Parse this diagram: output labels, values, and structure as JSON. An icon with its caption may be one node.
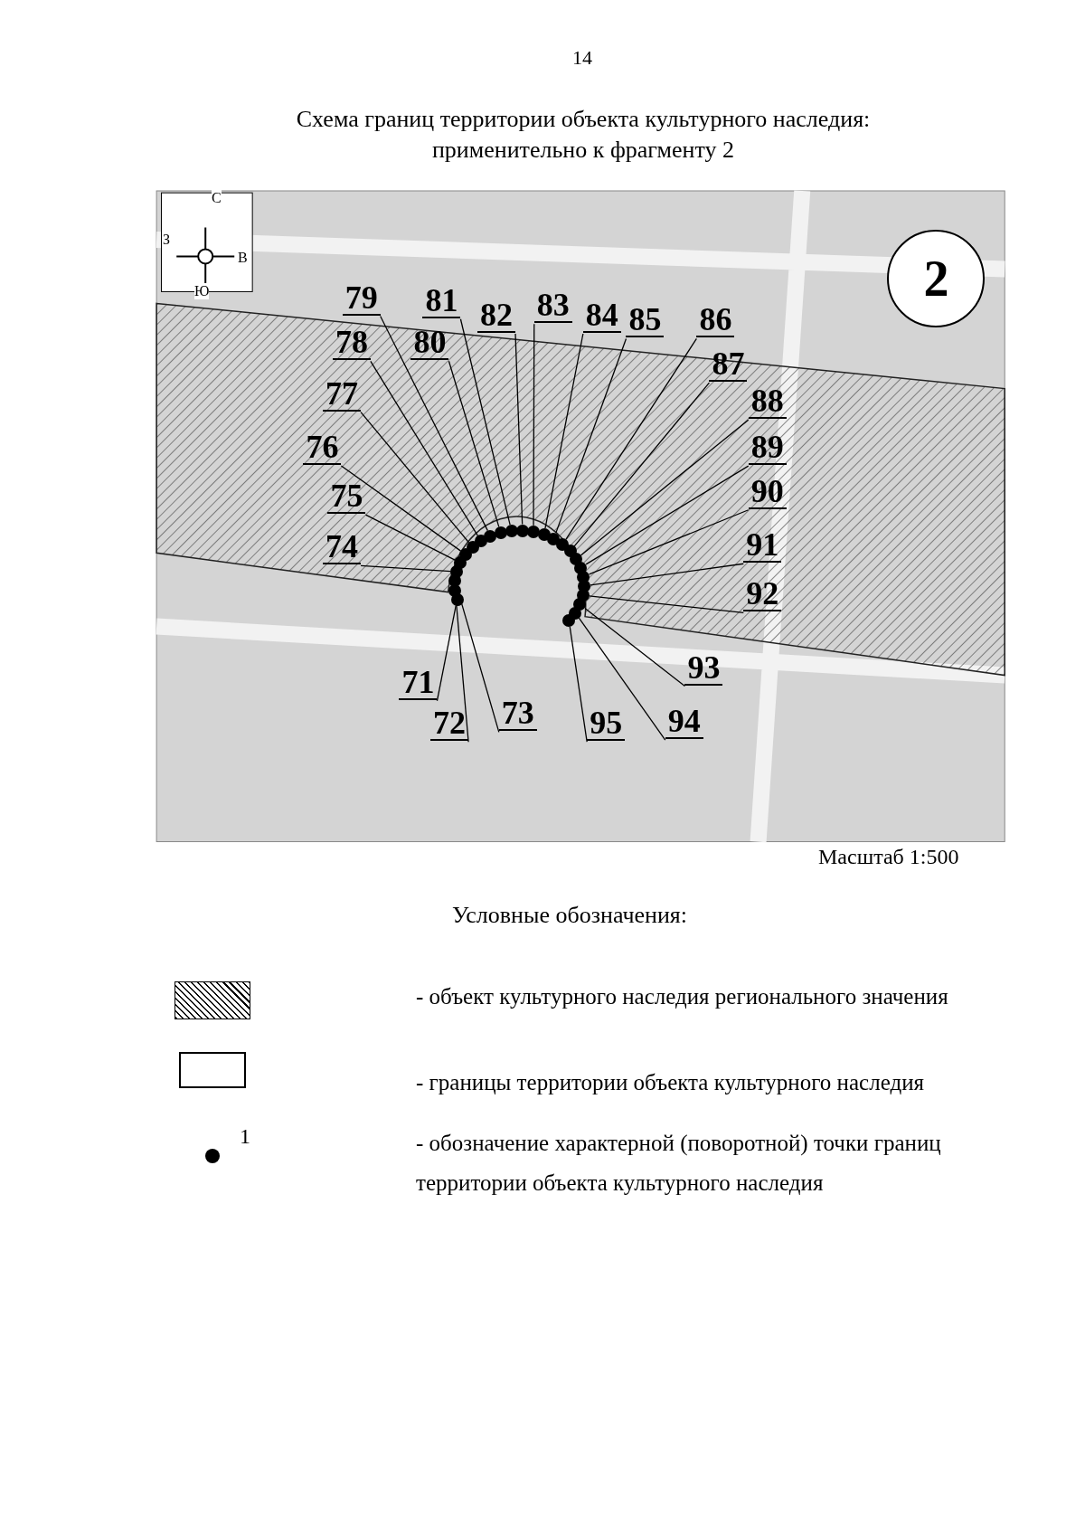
{
  "diagram": {
    "title": "Схема границ территории объекта культурного наследия: применительно к фрагменту 2",
    "nodes": [
      {
        "text": [
          "2"
        ]
      },
      {
        "text": [
          "71"
        ]
      },
      {
        "text": [
          "72"
        ]
      },
      {
        "text": [
          "73"
        ]
      },
      {
        "text": [
          "74"
        ]
      },
      {
        "text": [
          "75"
        ]
      },
      {
        "text": [
          "76"
        ]
      },
      {
        "text": [
          "77"
        ]
      },
      {
        "text": [
          "78"
        ]
      },
      {
        "text": [
          "79"
        ]
      },
      {
        "text": [
          "80"
        ]
      },
      {
        "text": [
          "81"
        ]
      },
      {
        "text": [
          "82"
        ]
      },
      {
        "text": [
          "83"
        ]
      },
      {
        "text": [
          "84"
        ]
      },
      {
        "text": [
          "85"
        ]
      },
      {
        "text": [
          "86"
        ]
      },
      {
        "text": [
          "87"
        ]
      },
      {
        "text": [
          "88"
        ]
      },
      {
        "text": [
          "89"
        ]
      },
      {
        "text": [
          "90"
        ]
      },
      {
        "text": [
          "91"
        ]
      },
      {
        "text": [
          "92"
        ]
      },
      {
        "text": [
          "93"
        ]
      },
      {
        "text": [
          "94"
        ]
      },
      {
        "text": [
          "95"
        ]
      },
      {
        "text": [],
        "shape": "circle"
      },
      {
        "text": [],
        "shape": "circle"
      },
      {
        "text": [],
        "shape": "circle"
      },
      {
        "text": [],
        "shape": "circle"
      },
      {
        "text": [],
        "shape": "circle"
      },
      {
        "text": [],
        "shape": "circle"
      },
      {
        "text": [],
        "shape": "circle"
      },
      {
        "text": [],
        "shape": "circle"
      },
      {
        "text": [],
        "shape": "circle"
      },
      {
        "text": [],
        "shape": "circle"
      },
      {
        "text": [],
        "shape": "circle"
      },
      {
        "text": [],
        "shape": "circle"
      },
      {
        "text": [],
        "shape": "circle"
      },
      {
        "text": [],
        "shape": "circle"
      },
      {
        "text": [],
        "shape": "circle"
      },
      {
        "text": [],
        "shape": "circle"
      },
      {
        "text": [],
        "shape": "circle"
      },
      {
        "text": [],
        "shape": "circle"
      },
      {
        "text": [],
        "shape": "circle"
      },
      {
        "text": [],
        "shape": "circle"
      },
      {
        "text": [],
        "shape": "circle"
      },
      {
        "text": [],
        "shape": "circle"
      },
      {
        "text": [],
        "shape": "circle"
      },
      {
        "text": [],
        "shape": "circle"
      },
      {
        "text": [],
        "shape": "circle"
      }
    ],
    "edges": [
      {
        "from": 1,
        "to": 26,
        "arrow": "none"
      },
      {
        "from": 2,
        "to": 27,
        "arrow": "none"
      },
      {
        "from": 3,
        "to": 28,
        "arrow": "none"
      },
      {
        "from": 4,
        "to": 29,
        "arrow": "none"
      },
      {
        "from": 5,
        "to": 30,
        "arrow": "none"
      },
      {
        "from": 6,
        "to": 31,
        "arrow": "none"
      },
      {
        "from": 7,
        "to": 32,
        "arrow": "none"
      },
      {
        "from": 8,
        "to": 33,
        "arrow": "none"
      },
      {
        "from": 9,
        "to": 34,
        "arrow": "none"
      },
      {
        "from": 10,
        "to": 35,
        "arrow": "none"
      },
      {
        "from": 11,
        "to": 36,
        "arrow": "none"
      },
      {
        "from": 12,
        "to": 37,
        "arrow": "none"
      },
      {
        "from": 13,
        "to": 38,
        "arrow": "none"
      },
      {
        "from": 14,
        "to": 39,
        "arrow": "none"
      },
      {
        "from": 15,
        "to": 40,
        "arrow": "none"
      },
      {
        "from": 16,
        "to": 41,
        "arrow": "none"
      },
      {
        "from": 17,
        "to": 42,
        "arrow": "none"
      },
      {
        "from": 18,
        "to": 43,
        "arrow": "none"
      },
      {
        "from": 19,
        "to": 44,
        "arrow": "none"
      },
      {
        "from": 20,
        "to": 45,
        "arrow": "none"
      },
      {
        "from": 21,
        "to": 46,
        "arrow": "none"
      },
      {
        "from": 22,
        "to": 47,
        "arrow": "none"
      },
      {
        "from": 23,
        "to": 48,
        "arrow": "none"
      },
      {
        "from": 24,
        "to": 49,
        "arrow": "none"
      },
      {
        "from": 25,
        "to": 50,
        "arrow": "none"
      }
    ],
    "labels": [
      "14",
      "С",
      "З",
      "В",
      "Ю",
      "Масштаб 1:500",
      "Условные обозначения:",
      "1"
    ],
    "legend": [
      {
        "text": "- объект культурного наследия регионального значения"
      },
      {
        "text": "- границы территории объекта культурного наследия"
      },
      {
        "text": "- обозначение характерной (поворотной) точки границ территории объекта культурного наследия"
      }
    ]
  }
}
